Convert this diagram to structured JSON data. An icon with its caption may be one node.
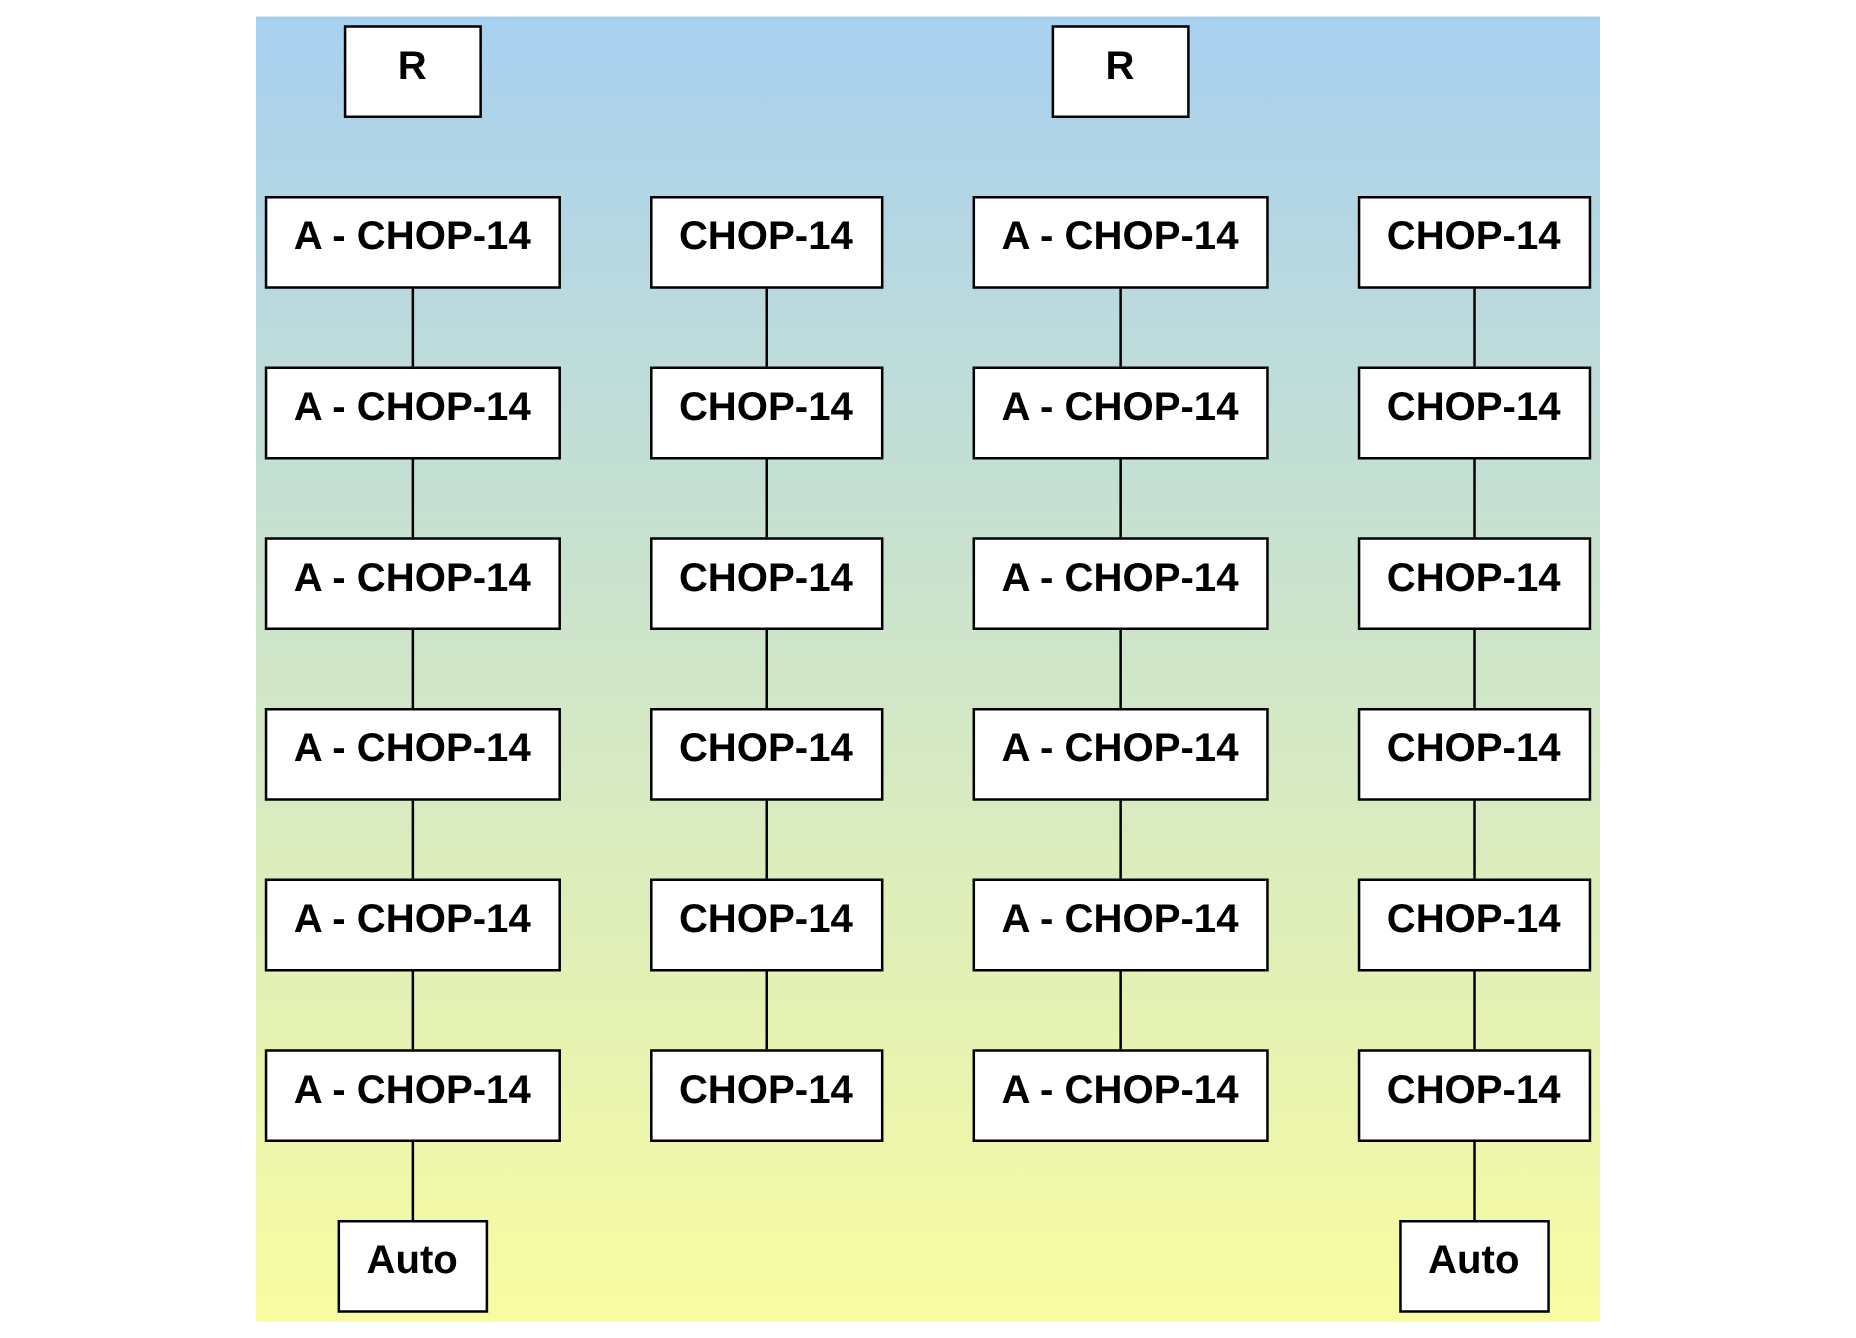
{
  "diagram": {
    "nodes": [
      {
        "text": [
          "R"
        ]
      },
      {
        "text": [
          "R"
        ]
      },
      {
        "text": [
          "CHOP-14"
        ]
      },
      {
        "text": [
          "A - CHOP-14"
        ]
      },
      {
        "text": [
          "CHOP-14"
        ]
      },
      {
        "text": [
          "A - CHOP-14"
        ]
      },
      {
        "text": [
          "CHOP-14"
        ]
      },
      {
        "text": [
          "A - CHOP-14"
        ]
      },
      {
        "text": [
          "CHOP-14"
        ]
      },
      {
        "text": [
          "A - CHOP-14"
        ]
      },
      {
        "text": [
          "CHOP-14"
        ]
      },
      {
        "text": [
          "A - CHOP-14"
        ]
      },
      {
        "text": [
          "CHOP-14"
        ]
      },
      {
        "text": [
          "A - CHOP-14"
        ]
      },
      {
        "text": [
          "CHOP-14"
        ]
      },
      {
        "text": [
          "A - CHOP-14"
        ]
      },
      {
        "text": [
          "CHOP-14"
        ]
      },
      {
        "text": [
          "A - CHOP-14"
        ]
      },
      {
        "text": [
          "CHOP-14"
        ]
      },
      {
        "text": [
          "A - CHOP-14"
        ]
      },
      {
        "text": [
          "CHOP-14"
        ]
      },
      {
        "text": [
          "A - CHOP-14"
        ]
      },
      {
        "text": [
          "CHOP-14"
        ]
      },
      {
        "text": [
          "A - CHOP-14"
        ]
      },
      {
        "text": [
          "CHOP-14"
        ]
      },
      {
        "text": [
          "A - CHOP-14"
        ]
      },
      {
        "text": [
          "Auto"
        ]
      },
      {
        "text": [
          "Auto"
        ]
      }
    ],
    "edges": [
      {
        "from": 2,
        "to": 6,
        "arrow": "none"
      },
      {
        "from": 6,
        "to": 10,
        "arrow": "none"
      },
      {
        "from": 10,
        "to": 14,
        "arrow": "none"
      },
      {
        "from": 14,
        "to": 18,
        "arrow": "none"
      },
      {
        "from": 18,
        "to": 22,
        "arrow": "none"
      },
      {
        "from": 22,
        "to": 26,
        "arrow": "none"
      },
      {
        "from": 3,
        "to": 7,
        "arrow": "none"
      },
      {
        "from": 7,
        "to": 11,
        "arrow": "none"
      },
      {
        "from": 11,
        "to": 15,
        "arrow": "none"
      },
      {
        "from": 15,
        "to": 19,
        "arrow": "none"
      },
      {
        "from": 19,
        "to": 23,
        "arrow": "none"
      },
      {
        "from": 23,
        "to": 27,
        "arrow": "none"
      },
      {
        "from": 4,
        "to": 8,
        "arrow": "none"
      },
      {
        "from": 8,
        "to": 12,
        "arrow": "none"
      },
      {
        "from": 12,
        "to": 16,
        "arrow": "none"
      },
      {
        "from": 16,
        "to": 20,
        "arrow": "none"
      },
      {
        "from": 20,
        "to": 24,
        "arrow": "none"
      },
      {
        "from": 5,
        "to": 9,
        "arrow": "none"
      },
      {
        "from": 9,
        "to": 13,
        "arrow": "none"
      },
      {
        "from": 13,
        "to": 17,
        "arrow": "none"
      },
      {
        "from": 17,
        "to": 21,
        "arrow": "none"
      },
      {
        "from": 21,
        "to": 25,
        "arrow": "none"
      }
    ]
  }
}
